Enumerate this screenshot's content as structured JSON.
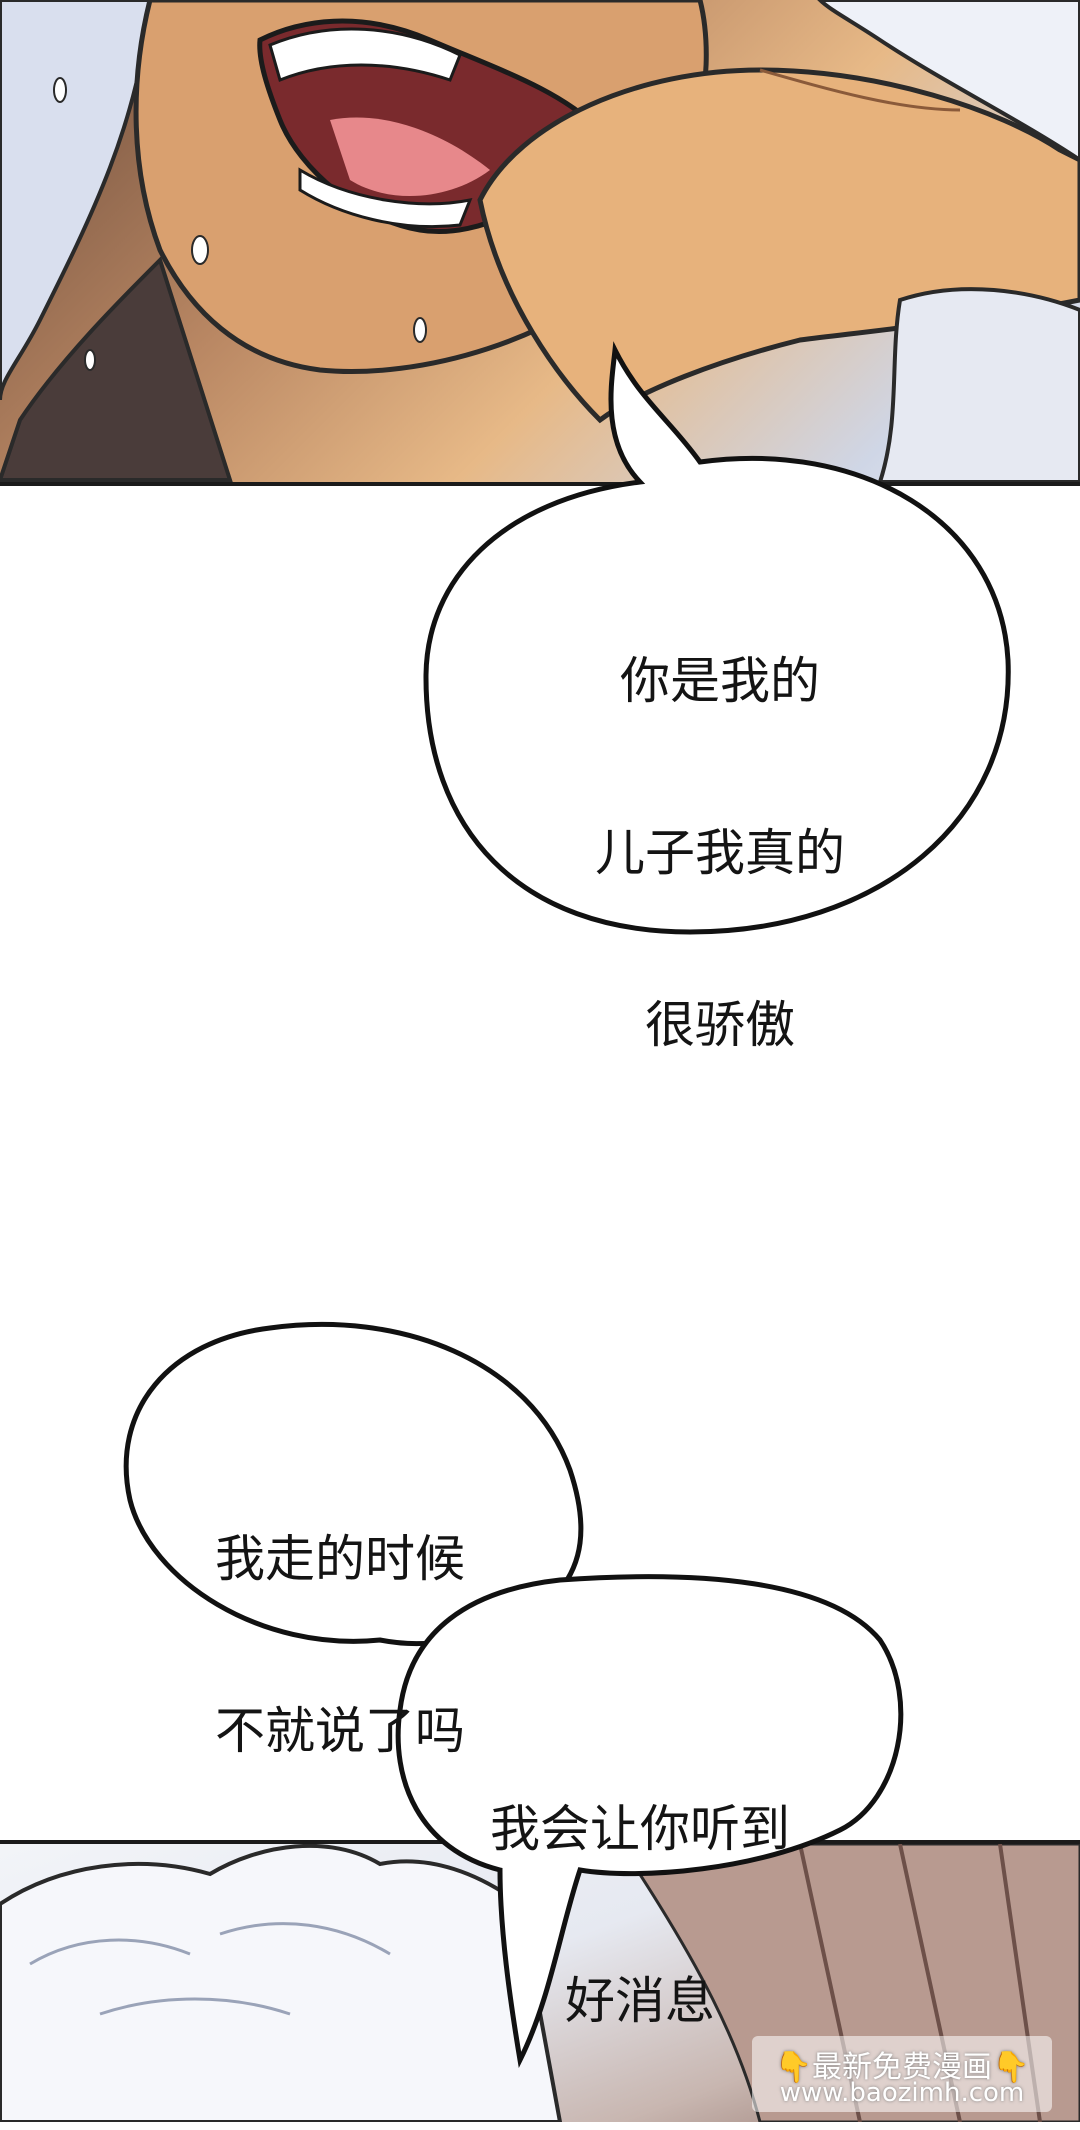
{
  "bubbles": {
    "bubble1": {
      "line1": "你是我的",
      "line2": "儿子我真的",
      "line3": "很骄傲"
    },
    "bubble2": {
      "line1": "我走的时候",
      "line2": "不就说了吗"
    },
    "bubble3": {
      "line1": "我会让你听到",
      "line2": "好消息"
    }
  },
  "watermark": {
    "line1": "👇最新免费漫画👇",
    "line2": "www.baozimh.com"
  }
}
